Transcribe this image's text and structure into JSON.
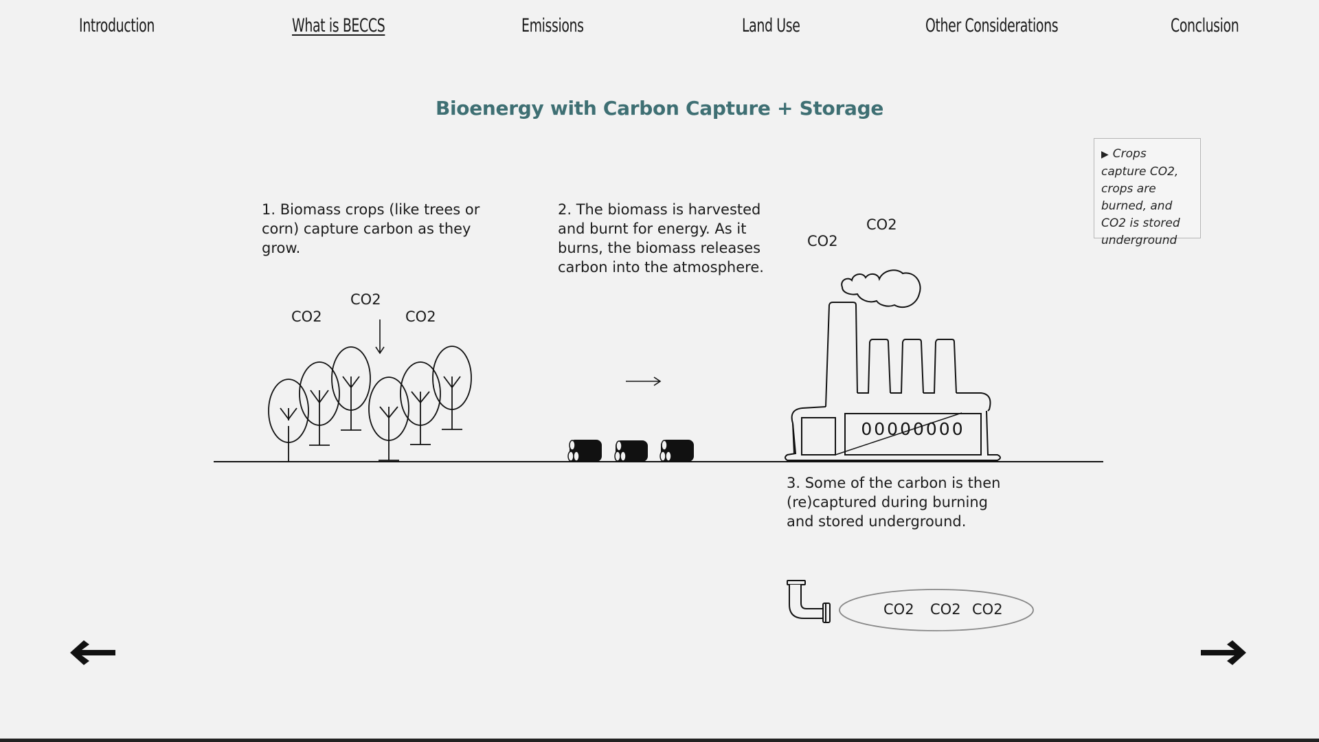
{
  "nav": {
    "items": [
      {
        "label": "Introduction"
      },
      {
        "label": "What is BECCS"
      },
      {
        "label": "Emissions"
      },
      {
        "label": "Land Use"
      },
      {
        "label": "Other Considerations"
      },
      {
        "label": "Conclusion"
      }
    ],
    "active": "What is BECCS"
  },
  "title": "Bioenergy with Carbon Capture + Storage",
  "note": {
    "text": "Crops capture CO2, crops are burned, and CO2 is stored underground"
  },
  "steps": {
    "step1": "1. Biomass crops  (like trees or corn) capture carbon as they grow.",
    "step2": "2. The biomass is harvested and burnt for energy. As it burns, the biomass releases carbon into the atmosphere.",
    "step3": "3. Some of the carbon is then (re)captured during burning and stored underground."
  },
  "co2_label": "CO2",
  "factory": {
    "window_label": "00000000"
  },
  "colors": {
    "background": "#f2f2f2",
    "title": "#3e6f73",
    "ink": "#1a1a1a"
  },
  "icons": {
    "prev": "left-arrow-icon",
    "next": "right-arrow-icon"
  }
}
